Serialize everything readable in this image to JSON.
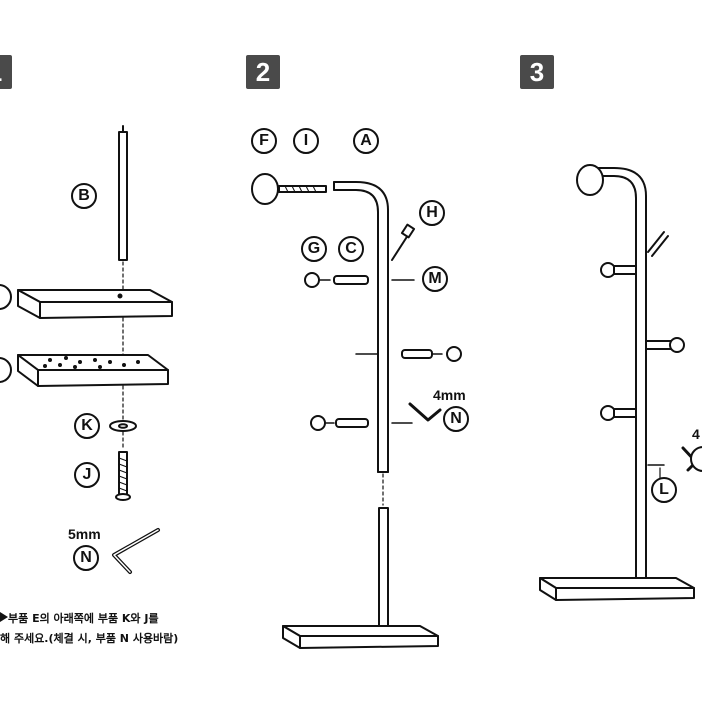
{
  "steps": [
    {
      "number": "1"
    },
    {
      "number": "2"
    },
    {
      "number": "3"
    }
  ],
  "step1": {
    "callouts": {
      "B": "B",
      "K": "K",
      "J": "J",
      "N": "N"
    },
    "tool_size": "5mm",
    "note_line1": "부품 E의 아래쪽에 부품 K와 J를",
    "note_line2": "해 주세요.(체결 시, 부품 N 사용바람)"
  },
  "step2": {
    "callouts": {
      "F": "F",
      "I": "I",
      "A": "A",
      "H": "H",
      "G": "G",
      "C": "C",
      "M": "M",
      "N": "N"
    },
    "tool_size": "4mm"
  },
  "step3": {
    "callouts": {
      "L": "L"
    },
    "tool_size_partial": "4"
  }
}
